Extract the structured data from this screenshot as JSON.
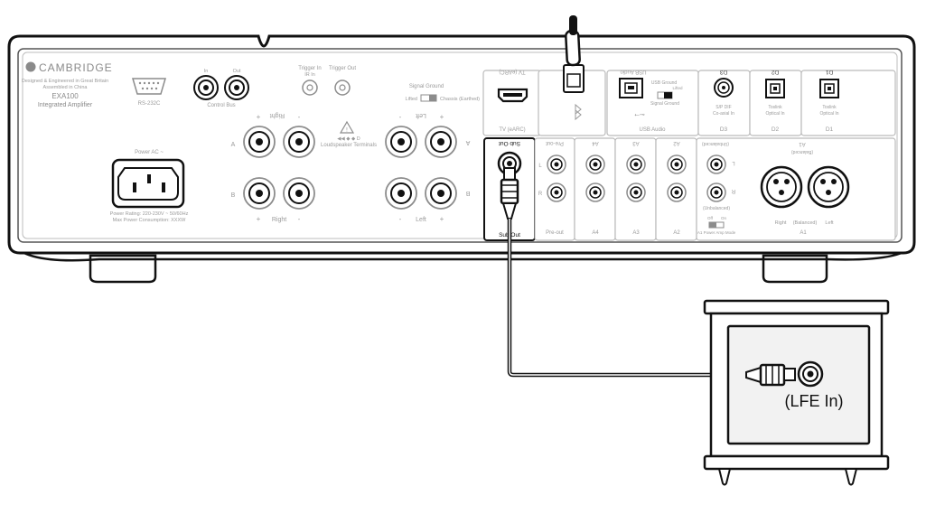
{
  "amplifier": {
    "brand": "CAMBRIDGE",
    "origin_line1": "Designed & Engineered in Great Britain",
    "origin_line2": "Assembled in China",
    "model": "EXA100",
    "model_type": "Integrated Amplifier",
    "rs232_label": "RS-232C",
    "control_bus": {
      "in": "In",
      "out": "Out",
      "label": "Control Bus"
    },
    "trigger_in_line1": "Trigger In",
    "trigger_in_line2": "IR In",
    "trigger_out": "Trigger Out",
    "signal_ground": {
      "title": "Signal Ground",
      "lifted": "Lifted",
      "chassis": "Chassis (Earthed)"
    },
    "speakers": {
      "right": "Right",
      "left": "Left",
      "a": "A",
      "b": "B",
      "plus": "+",
      "minus": "-",
      "center_line1": "◀◀ ◆ ◆ D",
      "center_line2": "Loudspeaker Terminals"
    },
    "power": {
      "title": "Power AC ~",
      "rating": "Power Rating: 220-230V ~ 50/60Hz",
      "consumption": "Max Power Consumption: XXXW"
    },
    "hdmi_label": "TV (eARC)",
    "usb": {
      "label": "USB Audio",
      "ground": "USB Ground",
      "lifted": "Lifted",
      "signal_ground": "Signal Ground"
    },
    "digital": {
      "d3": "D3",
      "d3_desc1": "S/P DIF",
      "d3_desc2": "Co-axial In",
      "d2": "D2",
      "d2_desc1": "Toslink",
      "d2_desc2": "Optical In",
      "d1": "D1",
      "d1_desc1": "Toslink",
      "d1_desc2": "Optical In"
    },
    "sub_out": "Sub Out",
    "pre_out": "Pre-out",
    "inputs": {
      "a4": "A4",
      "a3": "A3",
      "a2": "A2",
      "a1": "A1",
      "l": "L",
      "r": "R"
    },
    "unbalanced": "(Unbalanced)",
    "balanced": "(Balanced)",
    "balanced_right": "Right",
    "balanced_left": "Left",
    "power_amp_mode": {
      "off": "Off",
      "on": "On",
      "label": "A1 Power Amp Mode"
    }
  },
  "subwoofer": {
    "input_label": "(LFE In)"
  },
  "colors": {
    "panel_outline": "#1a1a1a",
    "panel_fill": "#ffffff",
    "label_gray": "#9a9a9a",
    "connector_gray": "#8c8c8c",
    "cable": "#111111",
    "subwoofer_fill": "#f0f0f0"
  }
}
